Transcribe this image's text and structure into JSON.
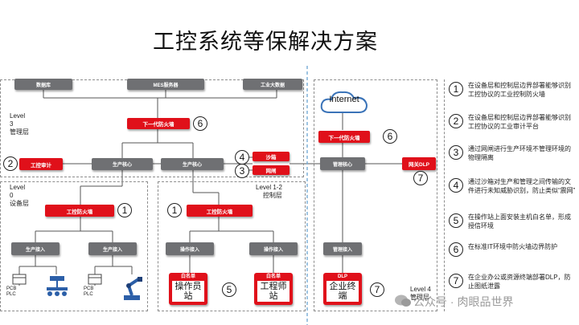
{
  "title": "工控系统等保解决方案",
  "boxes": {
    "database": "数据库",
    "mes": "MES服务器",
    "bigdata": "工业大数据",
    "ngfw_top": "下一代防火墙",
    "ind_audit": "工控审计",
    "prod_core_1": "生产核心",
    "prod_core_2": "生产核心",
    "sandbox": "沙箱",
    "gap": "网闸",
    "ics_fw_left": "工控防火墙",
    "ics_fw_right": "工控防火墙",
    "prod_access_1": "生产接入",
    "prod_access_2": "生产接入",
    "op_access_1": "操作接入",
    "op_access_2": "操作接入",
    "ngfw_right": "下一代防火墙",
    "mgmt_core": "管理核心",
    "gateway_dlp": "网关DLP",
    "mgmt_access": "管理接入"
  },
  "terminals": {
    "op_station": {
      "cap": "白名单",
      "text": "操作员站"
    },
    "eng_station": {
      "cap": "白名单",
      "text": "工程师站"
    },
    "ent_terminal": {
      "cap": "DLP",
      "text": "企业终端"
    }
  },
  "devices": {
    "plc1": "PCB\nPLC",
    "plc2": "PCB\nPLC"
  },
  "levels": {
    "l3": "Level\n3\n管理层",
    "l0": "Level\n0\n设备层",
    "l12": "Level 1-2\n控制层",
    "l4": "Level 4\n管理层"
  },
  "internet": "Internet",
  "markers": [
    "1",
    "2",
    "3",
    "4",
    "5",
    "6",
    "7"
  ],
  "notes": [
    {
      "num": "1",
      "text": "在设备层和控制层边界部署能够识别工控协议的工业控制防火墙"
    },
    {
      "num": "2",
      "text": "在设备层和控制层边界部署能够识别工控协议的工业审计平台"
    },
    {
      "num": "3",
      "text": "通过网闸进行生产环境不管理环境的物理隔离"
    },
    {
      "num": "4",
      "text": "通过沙箱对生产和管理之间传输的文件进行未知威胁识别，防止类似“震网”"
    },
    {
      "num": "5",
      "text": "在操作站上面安装主机白名单，形成授信环境"
    },
    {
      "num": "6",
      "text": "在标准IT环境中防火墙边界防护"
    },
    {
      "num": "7",
      "text": "在企业办公或资源终端部署DLP，防止图纸泄露"
    }
  ],
  "watermark": "公众号 · 肉眼品世界",
  "colors": {
    "accent": "#e0101a",
    "gray": "#6f7073"
  }
}
